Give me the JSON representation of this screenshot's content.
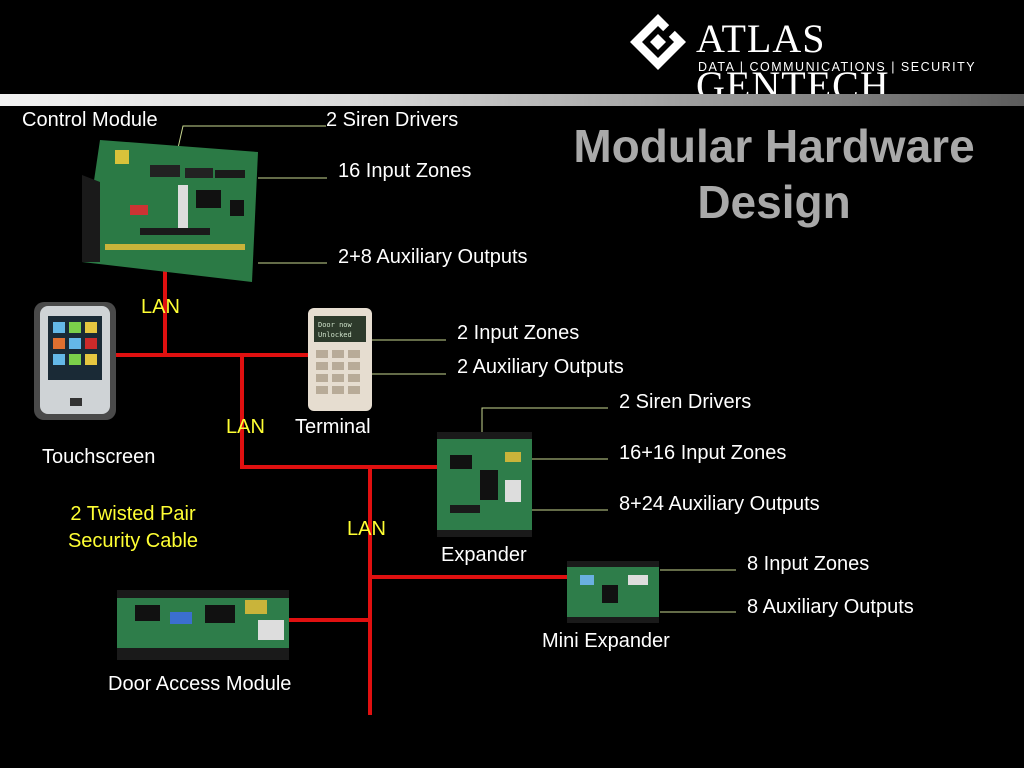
{
  "logo": {
    "name": "ATLAS GENTECH",
    "tagline": "DATA | COMMUNICATIONS | SECURITY"
  },
  "title": {
    "line1": "Modular Hardware",
    "line2": "Design"
  },
  "devices": {
    "control_module": {
      "label": "Control Module",
      "features": [
        "2 Siren Drivers",
        "16 Input Zones",
        "2+8 Auxiliary Outputs"
      ]
    },
    "touchscreen": {
      "label": "Touchscreen"
    },
    "terminal": {
      "label": "Terminal",
      "screen_line1": "Door now",
      "screen_line2": "Unlocked",
      "features": [
        "2 Input Zones",
        "2 Auxiliary Outputs"
      ]
    },
    "expander": {
      "label": "Expander",
      "features": [
        "2 Siren Drivers",
        "16+16 Input Zones",
        "8+24 Auxiliary Outputs"
      ]
    },
    "mini_expander": {
      "label": "Mini Expander",
      "features": [
        "8 Input Zones",
        "8 Auxiliary Outputs"
      ]
    },
    "door_access": {
      "label": "Door Access Module"
    }
  },
  "lan_labels": [
    "LAN",
    "LAN",
    "LAN"
  ],
  "cable": {
    "line1": "2 Twisted Pair",
    "line2": "Security Cable"
  },
  "colors": {
    "bus": "#e01010",
    "lan_text": "#ffff33",
    "title": "#a9a9a9",
    "pcb": "#2e7d4a"
  }
}
